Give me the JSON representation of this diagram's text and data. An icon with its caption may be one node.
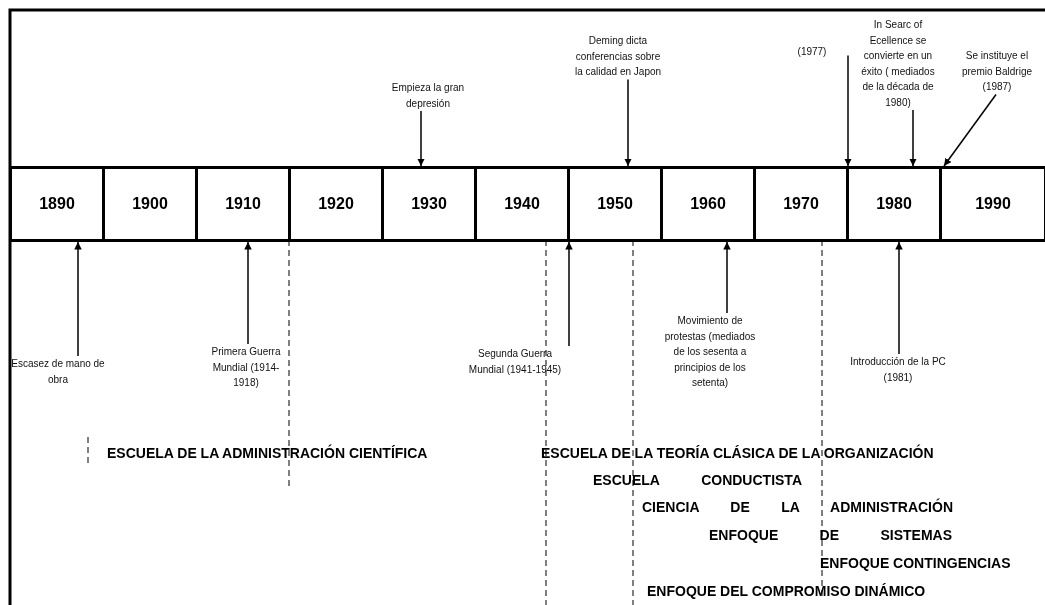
{
  "diagram": {
    "nodes": [
      {
        "text": [
          "1890"
        ]
      },
      {
        "text": [
          "1900"
        ]
      },
      {
        "text": [
          "1910"
        ]
      },
      {
        "text": [
          "1920"
        ]
      },
      {
        "text": [
          "1930"
        ]
      },
      {
        "text": [
          "1940"
        ]
      },
      {
        "text": [
          "1950"
        ]
      },
      {
        "text": [
          "1960"
        ]
      },
      {
        "text": [
          "1970"
        ]
      },
      {
        "text": [
          "1980"
        ]
      },
      {
        "text": [
          "1990"
        ]
      },
      {
        "text": [
          "Empieza la gran depresión"
        ]
      },
      {
        "text": [
          "Deming dicta conferencias sobre la calidad en Japon"
        ]
      },
      {
        "text": [
          "(1977)"
        ]
      },
      {
        "text": [
          "In Searc of Ecellence se convierte en un éxito ( mediados de la década de 1980)"
        ]
      },
      {
        "text": [
          "Se instituye el premio Baldrige (1987)"
        ]
      },
      {
        "text": [
          "Escasez de mano de obra"
        ]
      },
      {
        "text": [
          "Primera Guerra Mundial (1914-1918)"
        ]
      },
      {
        "text": [
          "Segunda Guerra Mundial (1941-1945)"
        ]
      },
      {
        "text": [
          "Movimiento de protestas (mediados de los sesenta a principios de los setenta)"
        ]
      },
      {
        "text": [
          "Introducción de la PC (1981)"
        ]
      }
    ],
    "edges": [
      {
        "from": 11,
        "to": 4,
        "arrow": "to"
      },
      {
        "from": 12,
        "to": 6,
        "arrow": "to"
      },
      {
        "from": 13,
        "to": 9,
        "arrow": "to"
      },
      {
        "from": 14,
        "to": 9,
        "arrow": "to"
      },
      {
        "from": 15,
        "to": 10,
        "arrow": "to"
      },
      {
        "from": 16,
        "to": 0,
        "arrow": "to"
      },
      {
        "from": 17,
        "to": 2,
        "arrow": "to"
      },
      {
        "from": 18,
        "to": 6,
        "arrow": "to"
      },
      {
        "from": 19,
        "to": 7,
        "arrow": "to"
      },
      {
        "from": 20,
        "to": 9,
        "arrow": "to"
      }
    ],
    "labels": [
      "ESCUELA DE LA ADMINISTRACIÓN CIENTÍFICA",
      "ESCUELA DE LA TEORÍA CLÁSICA DE LA ORGANIZACIÓN",
      "ESCUELA CONDUCTISTA",
      "CIENCIA DE LA ADMINISTRACIÓN",
      "ENFOQUE DE SISTEMAS",
      "ENFOQUE CONTINGENCIAS",
      "ENFOQUE DEL COMPROMISO DINÁMICO"
    ]
  }
}
